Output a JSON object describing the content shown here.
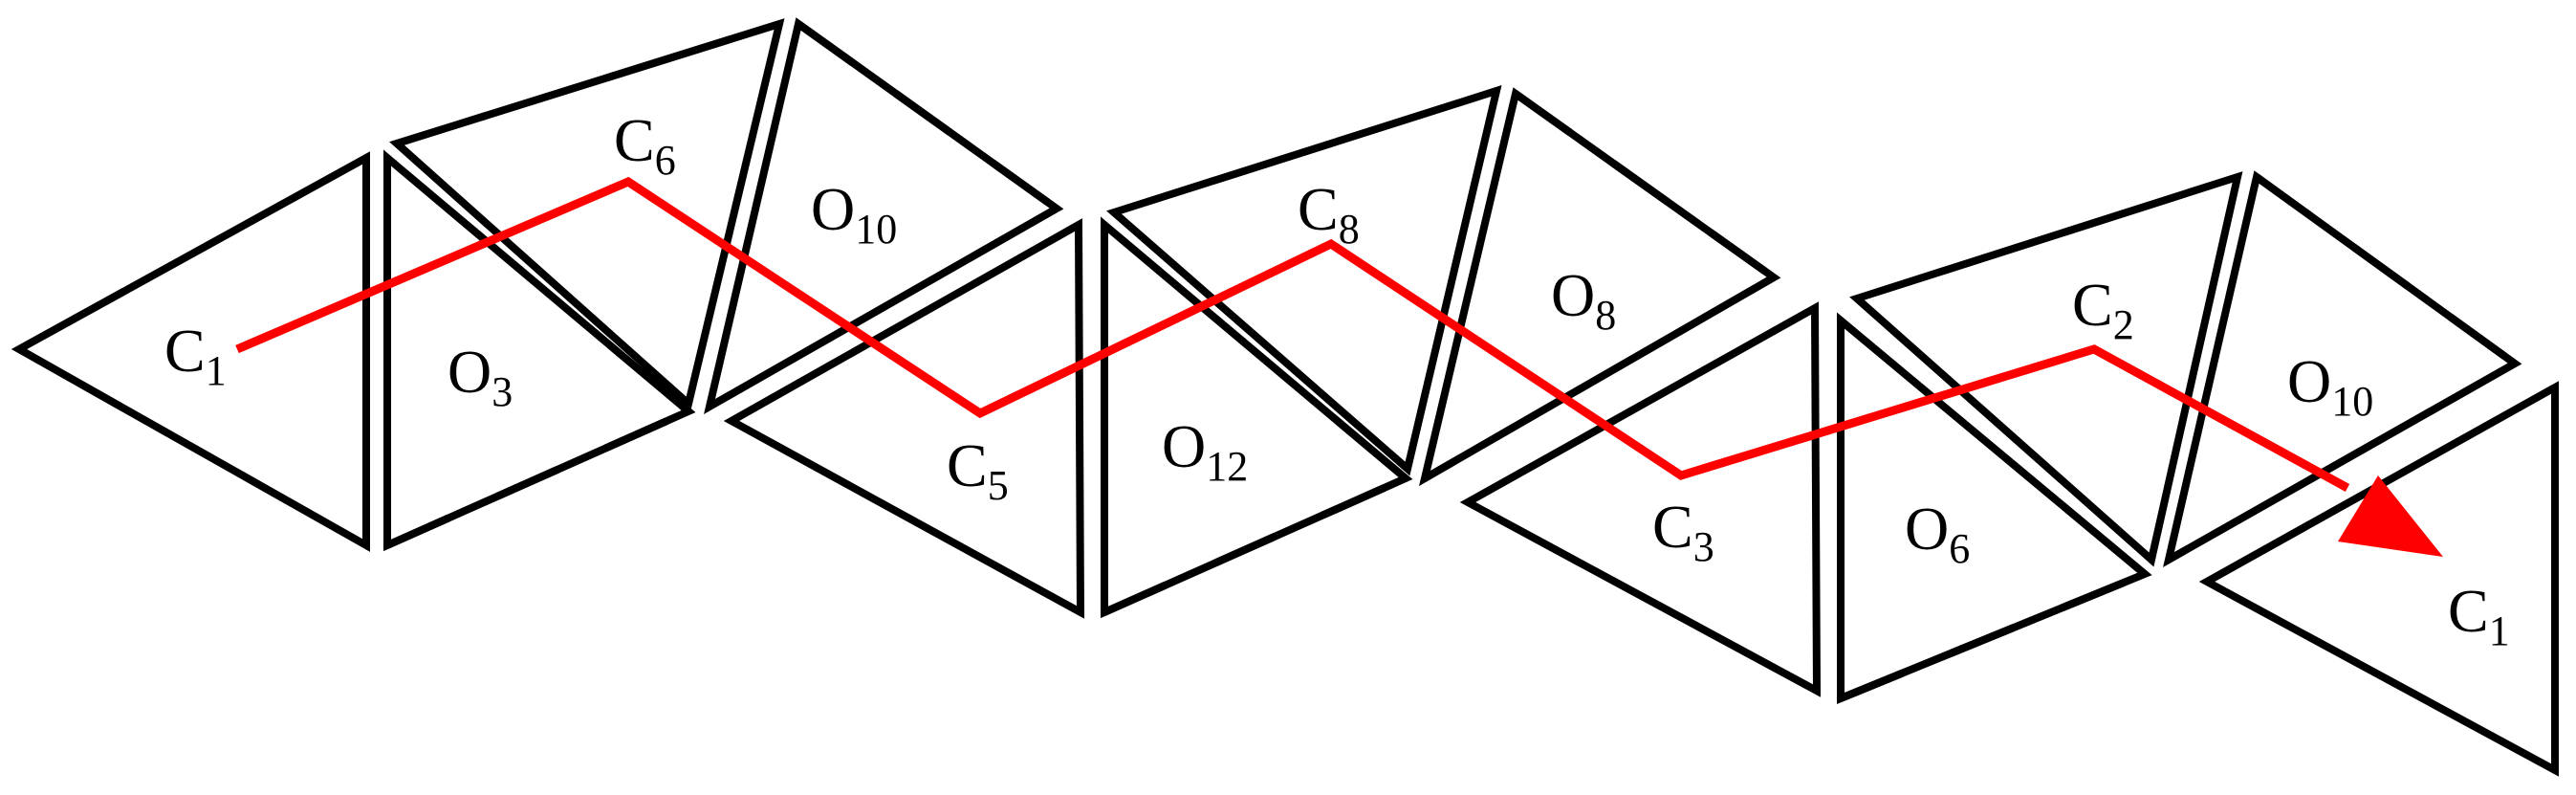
{
  "colors": {
    "stroke": "#000000",
    "path": "#ff0000",
    "background": "#ffffff"
  },
  "nodes": [
    {
      "base": "C",
      "sub": "1"
    },
    {
      "base": "C",
      "sub": "6"
    },
    {
      "base": "C",
      "sub": "5"
    },
    {
      "base": "C",
      "sub": "8"
    },
    {
      "base": "C",
      "sub": "3"
    },
    {
      "base": "C",
      "sub": "2"
    },
    {
      "base": "C",
      "sub": "1"
    }
  ],
  "octahedra": [
    {
      "base": "O",
      "sub": "3"
    },
    {
      "base": "O",
      "sub": "10"
    },
    {
      "base": "O",
      "sub": "12"
    },
    {
      "base": "O",
      "sub": "8"
    },
    {
      "base": "O",
      "sub": "6"
    },
    {
      "base": "O",
      "sub": "10"
    }
  ]
}
